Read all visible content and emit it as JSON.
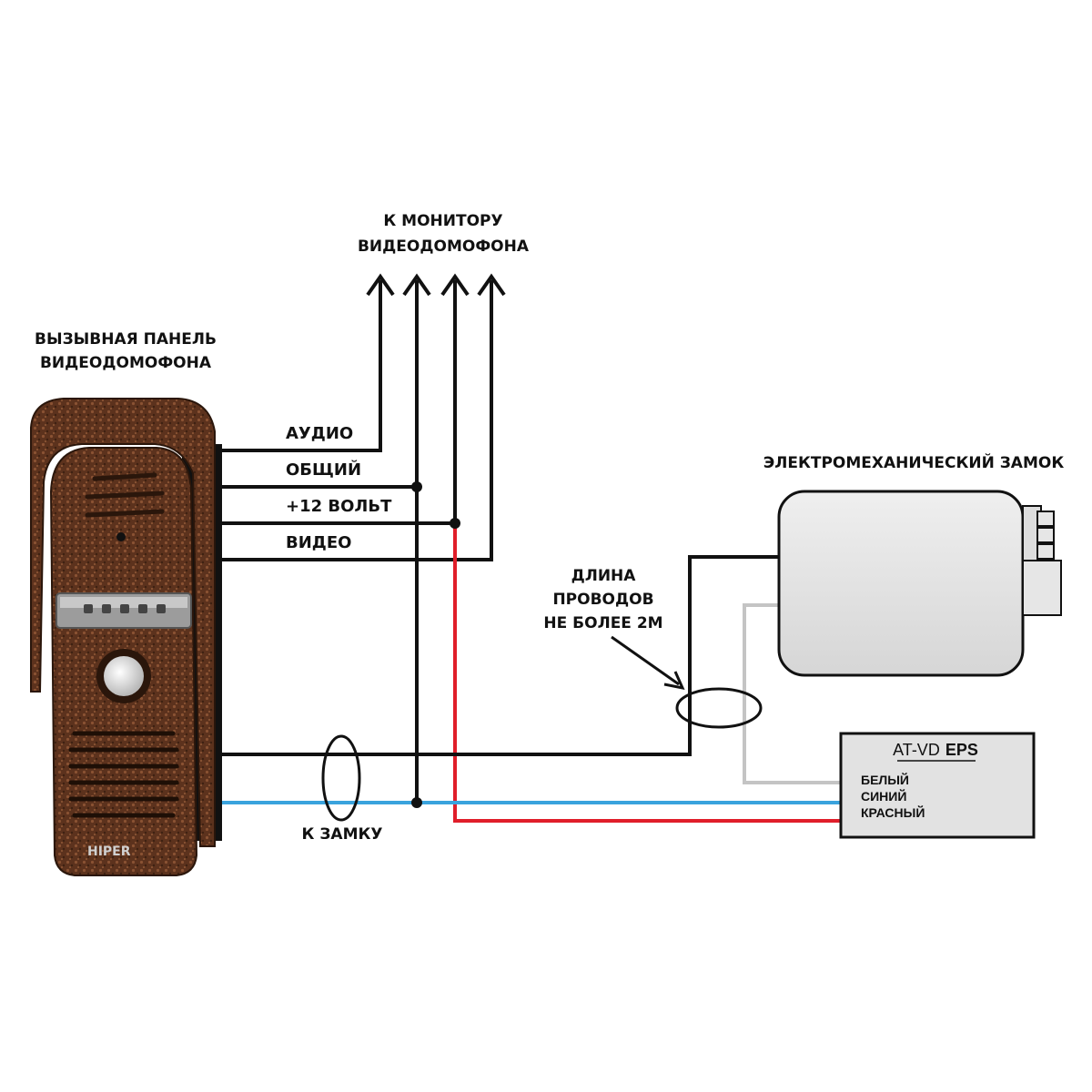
{
  "monitor_label": {
    "line1": "К МОНИТОРУ",
    "line2": "ВИДЕОДОМОФОНА"
  },
  "panel_label": {
    "line1": "ВЫЗЫВНАЯ ПАНЕЛЬ",
    "line2": "ВИДЕОДОМОФОНА"
  },
  "wires": {
    "audio": "АУДИО",
    "common": "ОБЩИЙ",
    "power": "+12 ВОЛЬТ",
    "video": "ВИДЕО"
  },
  "lock_label": "ЭЛЕКТРОМЕХАНИЧЕСКИЙ ЗАМОК",
  "length_note": {
    "line1": "ДЛИНА",
    "line2": "ПРОВОДОВ",
    "line3": "НЕ БОЛЕЕ 2М"
  },
  "to_lock_label": "К ЗАМКУ",
  "power_supply": {
    "model_prefix": "AT-VD",
    "model_suffix": "EPS",
    "terminal_white": "БЕЛЫЙ",
    "terminal_blue": "СИНИЙ",
    "terminal_red": "КРАСНЫЙ"
  },
  "brand": "HIPER",
  "colors": {
    "wire_black": "#111111",
    "wire_red": "#e01e2a",
    "wire_blue": "#3aa3dd",
    "wire_gray": "#c4c4c4",
    "panel_bronze": "#6b3b22",
    "lock_body": "#e4e4e4",
    "psu_body": "#e2e2e2"
  }
}
